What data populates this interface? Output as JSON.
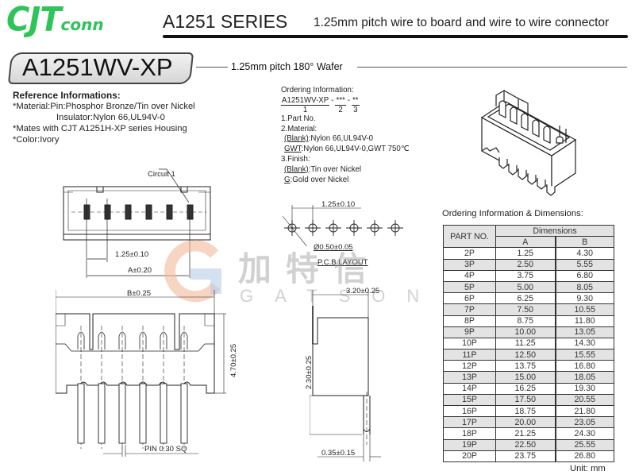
{
  "header": {
    "logo_main": "CJT",
    "logo_sub": "conn",
    "series": "A1251 SERIES",
    "subtitle": "1.25mm pitch wire to board and wire to wire connector",
    "brand_color": "#2ec45a"
  },
  "part": {
    "number": "A1251WV-XP",
    "title": "1.25mm pitch 180° Wafer"
  },
  "reference": {
    "title": "Reference Informations:",
    "lines": [
      "*Material:Pin:Phosphor Bronze/Tin over Nickel",
      "Insulator:Nylon 66,UL94V-0",
      "*Mates with CJT A1251H-XP series Housing",
      "*Color:Ivory"
    ]
  },
  "ordering": {
    "title": "Ordering Information:",
    "code_part": "A1251WV-XP",
    "code_sep": "-",
    "code_2": "***",
    "code_3": "**",
    "idx_1": "1",
    "idx_2": "2",
    "idx_3": "3",
    "item1": "1.Part No.",
    "item2": "2.Material:",
    "mat_blank_key": "(Blank)",
    "mat_blank_val": ":Nylon 66,UL94V-0",
    "mat_gwt_key": "GWT",
    "mat_gwt_val": ":Nylon 66,UL94V-0,GWT 750℃",
    "item3": "3.Finish:",
    "fin_blank_key": "(Blank)",
    "fin_blank_val": ":Tin over Nickel",
    "fin_g_key": "G",
    "fin_g_val": ":Gold over Nickel"
  },
  "drawing": {
    "circuit_label": "Circuit 1",
    "pitch_dim": "1.25±0.10",
    "a_dim": "A±0.20",
    "pcb_pitch_dim": "1.25±0.10",
    "hole_dim": "Ø0.50±0.05",
    "pcb_layout": "P.C.B LAYOUT",
    "b_dim": "B±0.25",
    "height_dim": "4.70±0.25",
    "pin_dim": "PIN 0.30 SQ",
    "depth_dim": "3.20±0.25",
    "tail_dim": "2.30±0.25",
    "pin_thk_dim": "0.35±0.15"
  },
  "watermark": {
    "cn": "加特信",
    "en": "GATSON"
  },
  "table": {
    "title": "Ordering Information & Dimensions:",
    "col_part": "PART NO.",
    "col_dims": "Dimensions",
    "col_a": "A",
    "col_b": "B",
    "rows": [
      [
        "2P",
        "1.25",
        "4.30"
      ],
      [
        "3P",
        "2.50",
        "5.55"
      ],
      [
        "4P",
        "3.75",
        "6.80"
      ],
      [
        "5P",
        "5.00",
        "8.05"
      ],
      [
        "6P",
        "6.25",
        "9.30"
      ],
      [
        "7P",
        "7.50",
        "10.55"
      ],
      [
        "8P",
        "8.75",
        "11.80"
      ],
      [
        "9P",
        "10.00",
        "13.05"
      ],
      [
        "10P",
        "11.25",
        "14.30"
      ],
      [
        "11P",
        "12.50",
        "15.55"
      ],
      [
        "12P",
        "13.75",
        "16.80"
      ],
      [
        "13P",
        "15.00",
        "18.05"
      ],
      [
        "14P",
        "16.25",
        "19.30"
      ],
      [
        "15P",
        "17.50",
        "20.55"
      ],
      [
        "16P",
        "18.75",
        "21.80"
      ],
      [
        "17P",
        "20.00",
        "23.05"
      ],
      [
        "18P",
        "21.25",
        "24.30"
      ],
      [
        "19P",
        "22.50",
        "25.55"
      ],
      [
        "20P",
        "23.75",
        "26.80"
      ]
    ],
    "unit": "Unit: mm"
  }
}
